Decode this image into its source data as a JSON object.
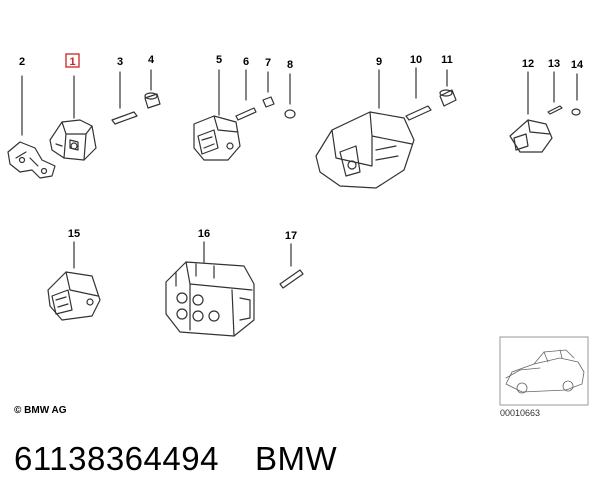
{
  "diagram": {
    "callouts": [
      {
        "id": "2",
        "text": "2"
      },
      {
        "id": "1",
        "text": "1",
        "highlight": true,
        "highlight_color": "#cc2222"
      },
      {
        "id": "3",
        "text": "3"
      },
      {
        "id": "4",
        "text": "4"
      },
      {
        "id": "5",
        "text": "5"
      },
      {
        "id": "6",
        "text": "6"
      },
      {
        "id": "7",
        "text": "7"
      },
      {
        "id": "8",
        "text": "8"
      },
      {
        "id": "9",
        "text": "9"
      },
      {
        "id": "10",
        "text": "10"
      },
      {
        "id": "11",
        "text": "11"
      },
      {
        "id": "12",
        "text": "12"
      },
      {
        "id": "13",
        "text": "13"
      },
      {
        "id": "14",
        "text": "14"
      },
      {
        "id": "15",
        "text": "15"
      },
      {
        "id": "16",
        "text": "16"
      },
      {
        "id": "17",
        "text": "17"
      }
    ],
    "copyright": "© BMW AG",
    "image_code": "00010663"
  },
  "footer": {
    "part_number": "61138364494",
    "brand": "BMW"
  },
  "colors": {
    "line": "#333333",
    "highlight": "#cc2222",
    "thumbnail_border": "#999999"
  }
}
